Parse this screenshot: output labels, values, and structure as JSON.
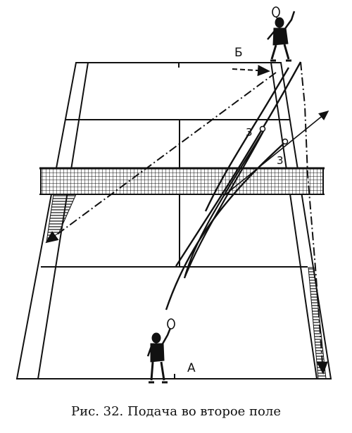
{
  "labels": {
    "server_far": "Б",
    "server_near": "А",
    "mark_3": "3",
    "mark_3prime": "3'"
  },
  "caption": "Рис. 32. Подача во второе поле",
  "colors": {
    "ink": "#111111",
    "background": "#ffffff"
  },
  "icons": [
    "player-near-icon",
    "player-far-icon",
    "racket-icon",
    "net-icon"
  ]
}
